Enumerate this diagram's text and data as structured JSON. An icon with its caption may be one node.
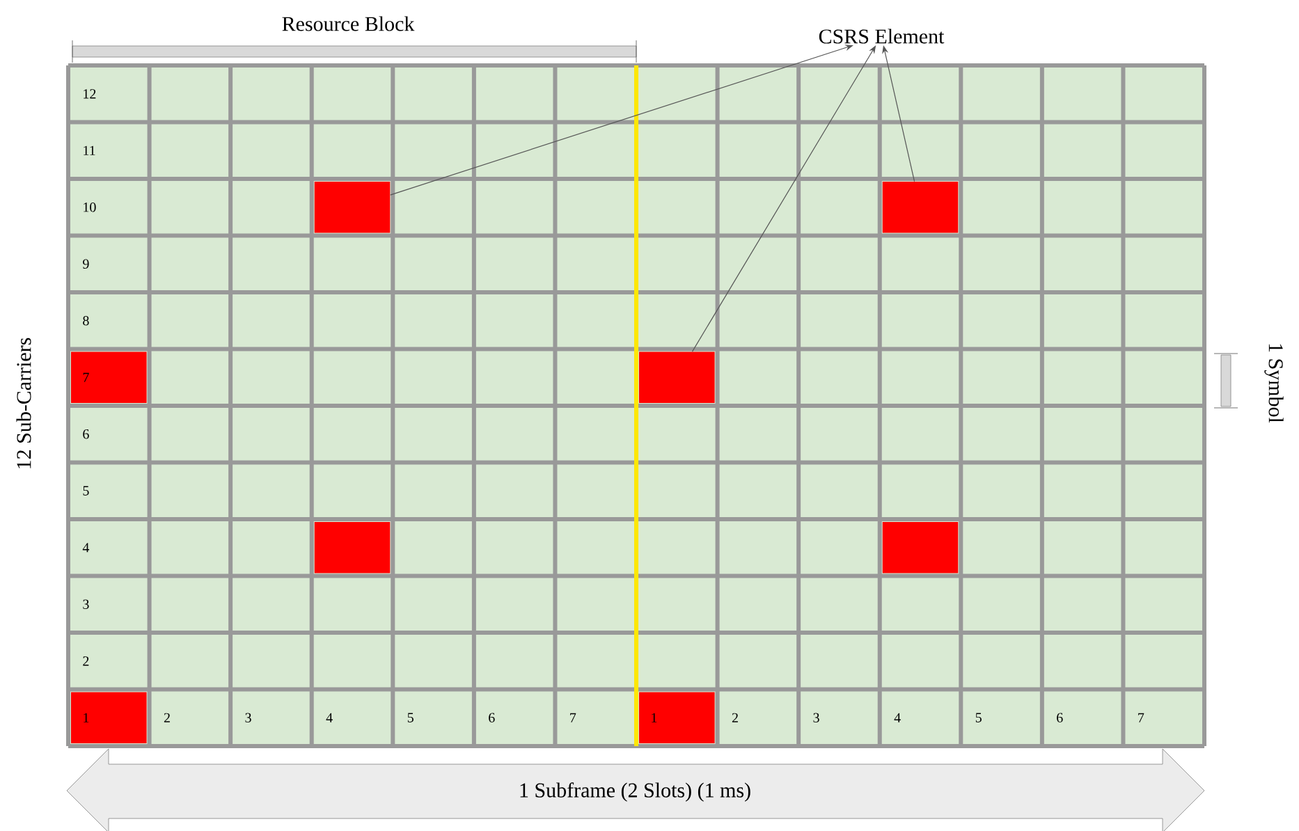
{
  "diagram": {
    "nodes": [
      {
        "text": [
          "CSRS Element"
        ]
      },
      {
        "text": [],
        "shape": "box"
      },
      {
        "text": [],
        "shape": "box"
      },
      {
        "text": [],
        "shape": "box"
      }
    ],
    "edges": [
      {
        "from": 1,
        "to": 0,
        "arrow": "to"
      },
      {
        "from": 2,
        "to": 0,
        "arrow": "to"
      },
      {
        "from": 3,
        "to": 0,
        "arrow": "to"
      }
    ],
    "labels": [
      "Resource Block",
      "12",
      "11",
      "10",
      "9",
      "8",
      "7",
      "6",
      "5",
      "4",
      "3",
      "2",
      "1",
      "2",
      "3",
      "4",
      "5",
      "6",
      "7",
      "1",
      "2",
      "3",
      "4",
      "5",
      "6",
      "7",
      "12 Sub-Carriers",
      "1 Symbol",
      "1 Subframe (2 Slots) (1 ms)"
    ]
  }
}
